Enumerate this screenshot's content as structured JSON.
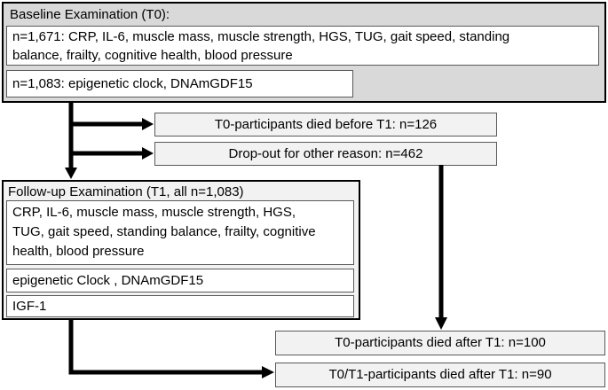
{
  "colors": {
    "canvas": "#ffffff",
    "baseline_fill": "#d9d9d9",
    "panel_fill": "#f2f2f2",
    "inner_fill": "#ffffff",
    "outer_border": "#000000",
    "inner_border": "#595959",
    "arrow": "#000000",
    "text": "#000000"
  },
  "baseline": {
    "title": "Baseline Examination (T0):",
    "measures_lines": [
      "n=1,671: CRP, IL-6, muscle mass, muscle strength, HGS, TUG, gait speed, standing",
      "balance, frailty, cognitive health, blood pressure"
    ],
    "epigenetic": "n=1,083: epigenetic clock, DNAmGDF15"
  },
  "dropouts": {
    "died_before_t1": "T0-participants died before T1: n=126",
    "other_reason": "Drop-out for other reason: n=462"
  },
  "followup": {
    "title": "Follow-up Examination (T1, all n=1,083)",
    "measures_lines": [
      "CRP, IL-6, muscle mass, muscle strength, HGS,",
      "TUG, gait speed, standing balance, frailty, cognitive",
      "health, blood pressure"
    ],
    "epigenetic": "epigenetic Clock , DNAmGDF15",
    "igf": "IGF-1"
  },
  "outcomes": {
    "died_after_t1": "T0-participants died after T1: n=100",
    "died_after_t1_both": "T0/T1-participants died after T1: n=90"
  }
}
